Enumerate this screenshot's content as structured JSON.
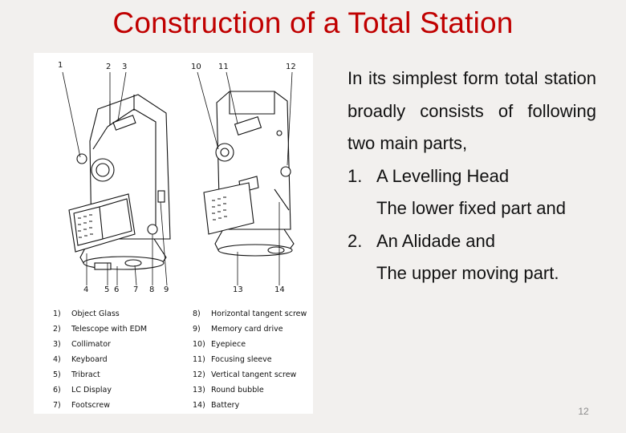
{
  "slide": {
    "title": "Construction of a Total Station",
    "page_number": "12"
  },
  "figure": {
    "callouts_top": [
      "1",
      "2",
      "3",
      "10",
      "11",
      "12"
    ],
    "callouts_bottom": [
      "4",
      "5",
      "6",
      "7",
      "8",
      "9",
      "13",
      "14"
    ],
    "legend_left": [
      {
        "num": "1)",
        "label": "Object Glass"
      },
      {
        "num": "2)",
        "label": "Telescope with EDM"
      },
      {
        "num": "3)",
        "label": "Collimator"
      },
      {
        "num": "4)",
        "label": "Keyboard"
      },
      {
        "num": "5)",
        "label": "Tribract"
      },
      {
        "num": "6)",
        "label": "LC Display"
      },
      {
        "num": "7)",
        "label": "Footscrew"
      }
    ],
    "legend_right": [
      {
        "num": "8)",
        "label": "Horizontal tangent screw"
      },
      {
        "num": "9)",
        "label": "Memory card drive"
      },
      {
        "num": "10)",
        "label": "Eyepiece"
      },
      {
        "num": "11)",
        "label": "Focusing sleeve"
      },
      {
        "num": "12)",
        "label": "Vertical tangent screw"
      },
      {
        "num": "13)",
        "label": "Round bubble"
      },
      {
        "num": "14)",
        "label": "Battery"
      }
    ]
  },
  "body": {
    "intro": "In its simplest form total station broadly consists of following two main parts,",
    "items": [
      {
        "num": "1.",
        "text": "A Levelling Head",
        "sub": "The lower fixed part and"
      },
      {
        "num": "2.",
        "text": "An Alidade and",
        "sub": "The upper moving part."
      }
    ]
  }
}
